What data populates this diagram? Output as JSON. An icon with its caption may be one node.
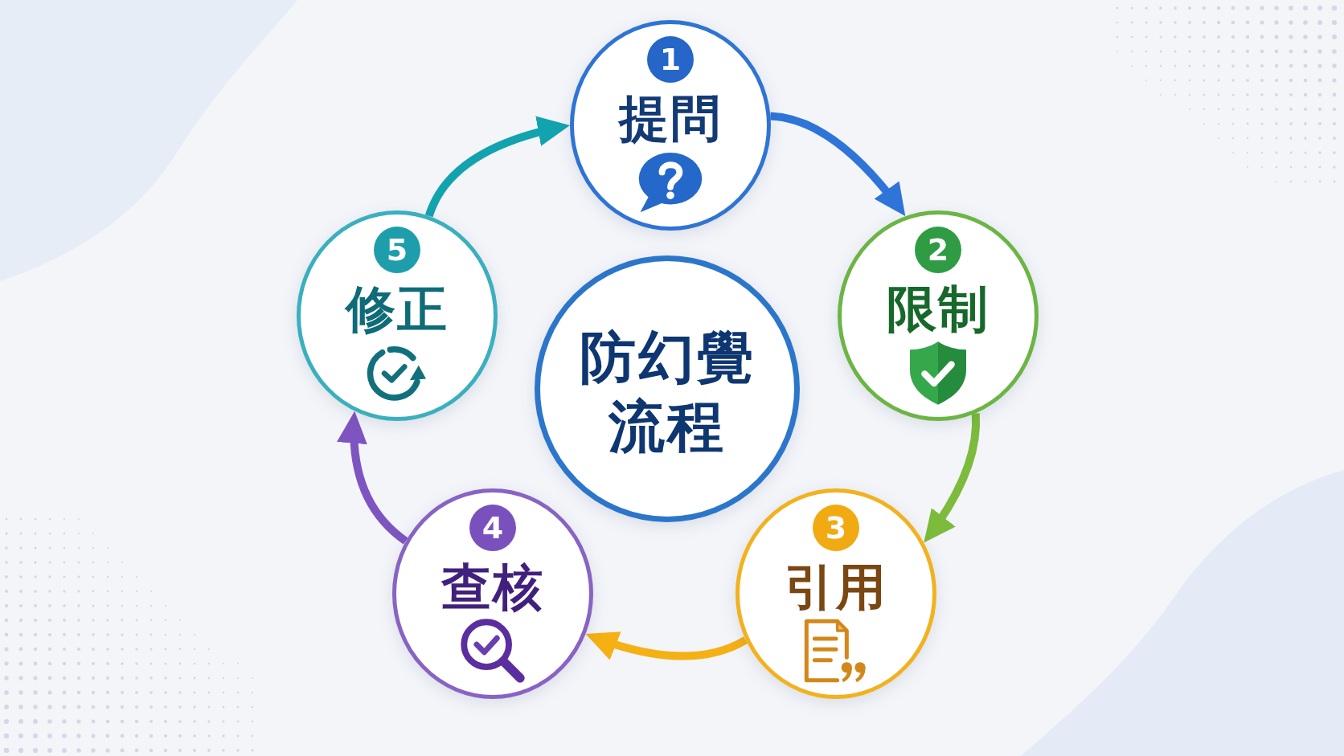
{
  "diagram": {
    "nodes": [
      {
        "text": [
          "防幻覺流程"
        ]
      },
      {
        "text": [
          "1",
          "提問"
        ]
      },
      {
        "text": [
          "2",
          "限制"
        ]
      },
      {
        "text": [
          "3",
          "引用"
        ]
      },
      {
        "text": [
          "4",
          "查核"
        ]
      },
      {
        "text": [
          "5",
          "修正"
        ]
      }
    ],
    "edges": [
      {
        "from": 1,
        "to": 2,
        "arrow": "to",
        "color": "#2f74d8"
      },
      {
        "from": 2,
        "to": 3,
        "arrow": "to",
        "color": "#7cbb3c"
      },
      {
        "from": 3,
        "to": 4,
        "arrow": "to",
        "color": "#f5b014"
      },
      {
        "from": 4,
        "to": 5,
        "arrow": "to",
        "color": "#7e55c0"
      },
      {
        "from": 5,
        "to": 1,
        "arrow": "to",
        "color": "#12a3ae"
      }
    ]
  }
}
